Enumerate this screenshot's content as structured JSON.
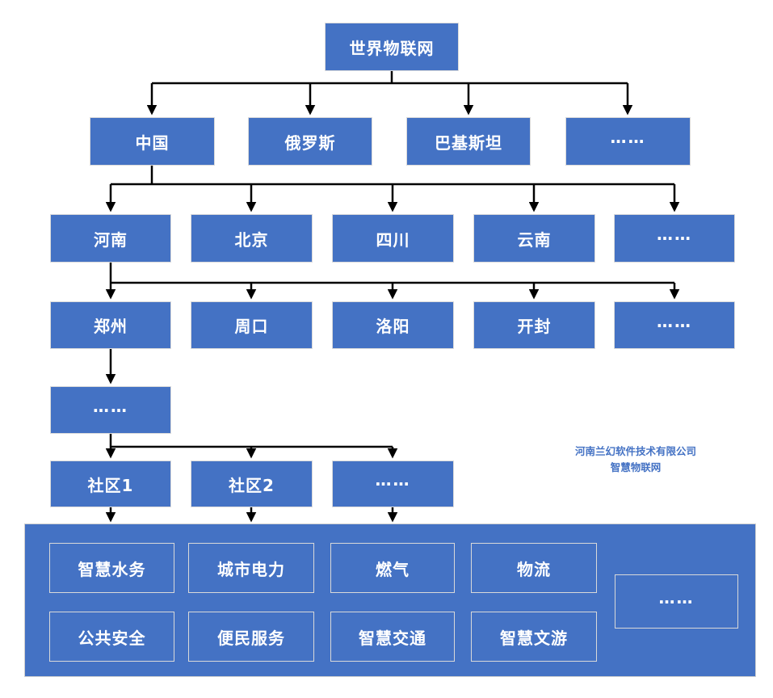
{
  "colors": {
    "node_fill": "#4472C4",
    "node_border": "#DBDBDB",
    "node_text": "#FFFFFF",
    "connector": "#000000",
    "container_fill": "#4472C4",
    "inner_box_border": "#D9D9D9",
    "watermark_text": "#4472C4"
  },
  "nodes": {
    "root": "世界物联网",
    "countries": [
      "中国",
      "俄罗斯",
      "巴基斯坦",
      "……"
    ],
    "provinces": [
      "河南",
      "北京",
      "四川",
      "云南",
      "……"
    ],
    "cities": [
      "郑州",
      "周口",
      "洛阳",
      "开封",
      "……"
    ],
    "district_more": "……",
    "communities": [
      "社区1",
      "社区2",
      "……"
    ]
  },
  "services": {
    "row1": [
      "智慧水务",
      "城市电力",
      "燃气",
      "物流"
    ],
    "row2": [
      "公共安全",
      "便民服务",
      "智慧交通",
      "智慧文游"
    ],
    "more": "……"
  },
  "watermark": {
    "line1": "河南兰幻软件技术有限公司",
    "line2": "智慧物联网"
  }
}
